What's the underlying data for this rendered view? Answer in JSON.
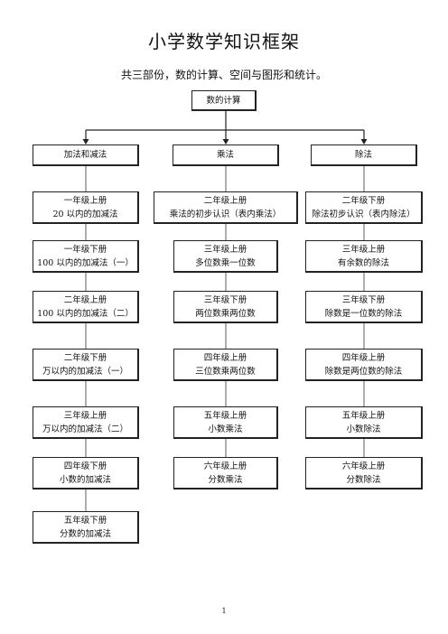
{
  "document": {
    "title": "小学数学知识框架",
    "subtitle": "共三部份，数的计算、空间与图形和统计。",
    "page_number": "1"
  },
  "diagram": {
    "root": {
      "label": "数的计算"
    },
    "branches": [
      {
        "label": "加法和减法",
        "items": [
          {
            "grade": "一年级上册",
            "topic": "20 以内的加减法"
          },
          {
            "grade": "一年级下册",
            "topic": "100 以内的加减法（一）"
          },
          {
            "grade": "二年级上册",
            "topic": "100 以内的加减法（二）"
          },
          {
            "grade": "二年级下册",
            "topic": "万以内的加减法（一）"
          },
          {
            "grade": "三年级上册",
            "topic": "万以内的加减法（二）"
          },
          {
            "grade": "四年级下册",
            "topic": "小数的加减法"
          },
          {
            "grade": "五年级下册",
            "topic": "分数的加减法"
          }
        ]
      },
      {
        "label": "乘法",
        "items": [
          {
            "grade": "二年级上册",
            "topic": "乘法的初步认识（表内乘法）"
          },
          {
            "grade": "三年级上册",
            "topic": "多位数乘一位数"
          },
          {
            "grade": "三年级下册",
            "topic": "两位数乘两位数"
          },
          {
            "grade": "四年级上册",
            "topic": "三位数乘两位数"
          },
          {
            "grade": "五年级上册",
            "topic": "小数乘法"
          },
          {
            "grade": "六年级上册",
            "topic": "分数乘法"
          }
        ]
      },
      {
        "label": "除法",
        "items": [
          {
            "grade": "二年级下册",
            "topic": "除法初步认识（表内除法）"
          },
          {
            "grade": "三年级上册",
            "topic": "有余数的除法"
          },
          {
            "grade": "三年级下册",
            "topic": "除数是一位数的除法"
          },
          {
            "grade": "四年级上册",
            "topic": "除数是两位数的除法"
          },
          {
            "grade": "五年级上册",
            "topic": "小数除法"
          },
          {
            "grade": "六年级上册",
            "topic": "分数除法"
          }
        ]
      }
    ]
  },
  "colors": {
    "line": "#222222",
    "connector": "#999999"
  }
}
